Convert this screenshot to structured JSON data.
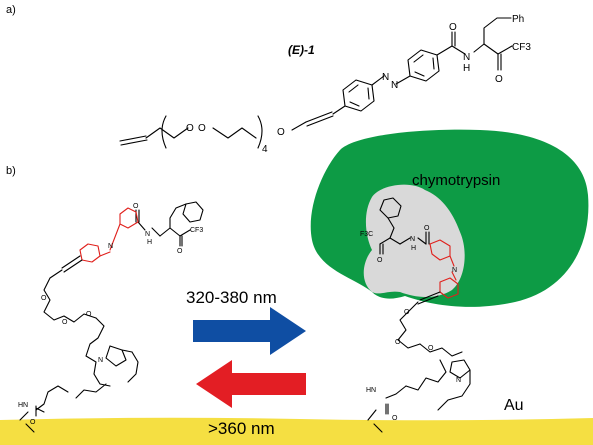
{
  "panel_a": {
    "label": "a)",
    "compound_name": "(E)-1",
    "atoms": {
      "ph": "Ph",
      "n": "N",
      "h": "H",
      "o": "O",
      "cf3": "CF3",
      "repeat": "4"
    }
  },
  "panel_b": {
    "label": "b)",
    "enzyme": "chymotrypsin",
    "forward_light": "320-380 nm",
    "reverse_light": ">360 nm",
    "surface": "Au",
    "small_atoms": {
      "o": "O",
      "n": "N",
      "h": "H",
      "hn": "HN",
      "cf3": "CF3",
      "f3c": "F3C"
    }
  },
  "colors": {
    "enzyme": "#0d9b45",
    "pocket": "#d9d9d9",
    "azo_highlight": "#e0201c",
    "forward_arrow": "#0f4ea3",
    "reverse_arrow": "#e31e24",
    "gold_surface": "#f5df42"
  }
}
